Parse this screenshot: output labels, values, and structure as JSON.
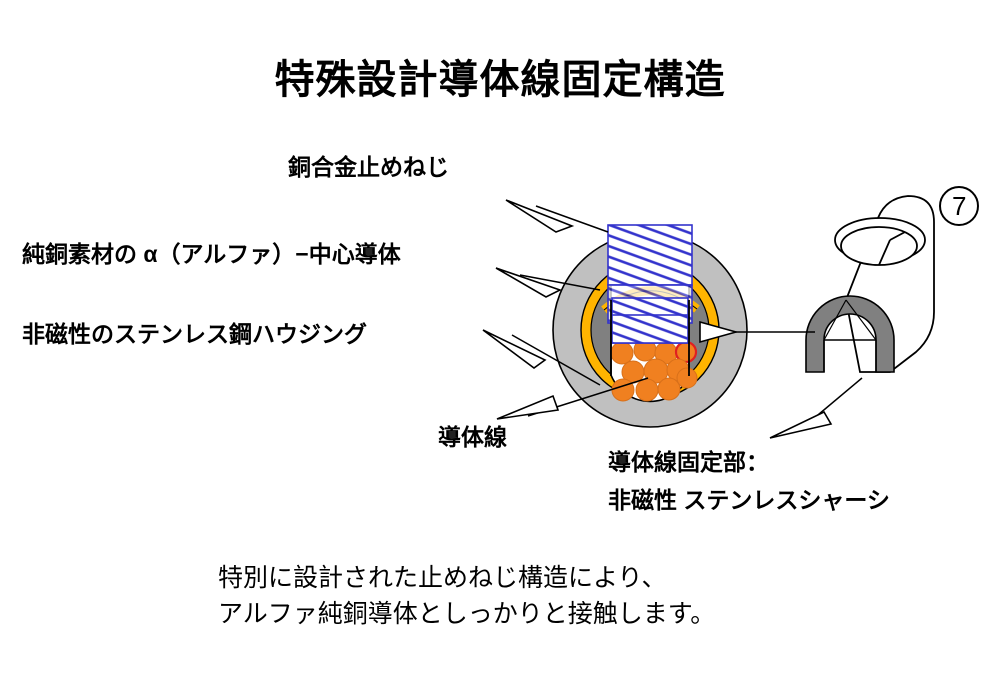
{
  "title": "特殊設計導体線固定構造",
  "labels": {
    "set_screw": "銅合金止めねじ",
    "center_conductor": "純銅素材の α（アルファ）−中心導体",
    "housing": "非磁性のステンレス鋼ハウジング",
    "conductor_wire": "導体線",
    "fixing_part_line1": "導体線固定部：",
    "fixing_part_line2": "非磁性 ステンレスシャーシ"
  },
  "figure_number": "7",
  "caption": "特別に設計された止めねじ構造により、\nアルファ純銅導体としっかりと接触します。",
  "colors": {
    "outer_housing": "#c0c0c0",
    "gold_ring": "#ffb400",
    "inner_dark": "#808080",
    "screw_hatch": "#3333cc",
    "strand": "#f08020",
    "strand_highlight_outline": "#e02020",
    "outline": "#000000",
    "background": "#ffffff"
  },
  "icons": {
    "figure_badge": "circled-number-icon",
    "leader_arrow": "arrow-icon"
  }
}
